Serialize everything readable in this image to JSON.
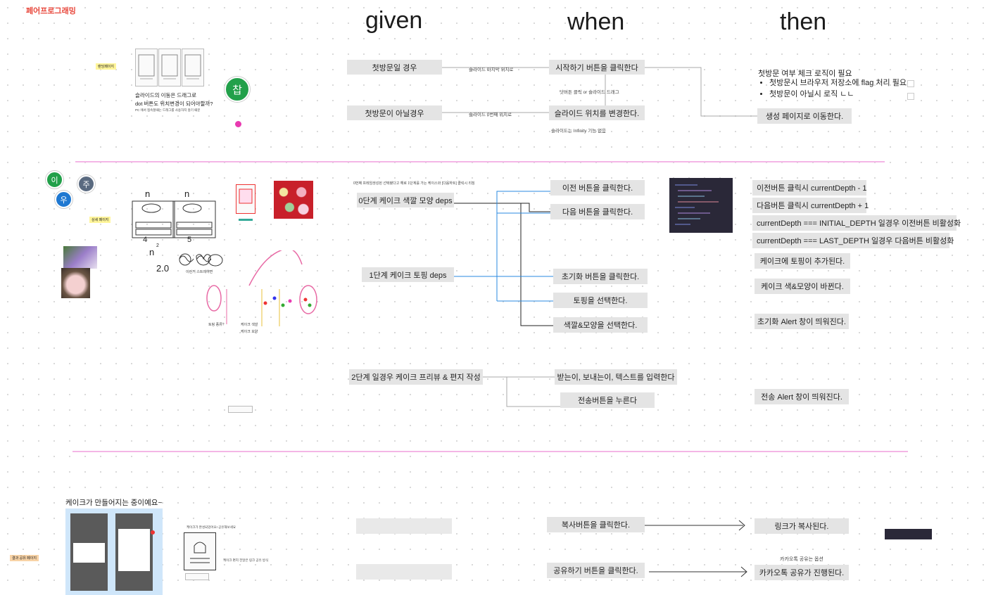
{
  "board_title": "페어프로그래밍",
  "headers": {
    "given": "given",
    "when": "when",
    "then": "then"
  },
  "colors": {
    "divider": "#f4b6e6",
    "title_red": "#e8473b",
    "blue_line": "#2a8ae0"
  },
  "avatars": [
    {
      "label": "찹",
      "color": "#22a04a"
    },
    {
      "label": "이",
      "color": "#22a04a"
    },
    {
      "label": "우",
      "color": "#1f78d1"
    },
    {
      "label": "주",
      "color": "#5a6a80"
    }
  ],
  "sticky_labels": {
    "main_page": "랜딩페이지",
    "detail_page": "상세 페이지",
    "share_page": "결과 공유 페이지"
  },
  "section1": {
    "sketch_note_line1": "슬라이드의 이동은 드래그로",
    "sketch_note_line2": "dot 버튼도 위치변경이 되어야할까?",
    "sketch_note_line3": "PC 에서 접속할때는 드래그를 사용하지 않기 때문",
    "given_1": "첫방문일 경우",
    "given_2": "첫방문이 아닐경우",
    "mid_1": "슬라이드 마지막 위치로",
    "mid_2": "슬라이드 0번째 위치로",
    "when_1": "시작하기 버튼을 클릭한다",
    "when_note": "닷버튼 클릭 or 슬라이드 드래그",
    "when_2": "슬라이드 위치를 변경한다.",
    "when_2_note": "슬라이드는 Infinity 기능 없음",
    "then_title": "첫방문 여부 체크 로직이 필요",
    "then_bullets": [
      "첫방문시 브라우저 저장소에 flag 처리 필요",
      "첫방문이 아닐시 로직 ㄴㄴ"
    ],
    "then_1": "생성 페이지로 이동한다."
  },
  "section2": {
    "top_note": "0번째 프레임생성된 선택됐다고 해로 1단계를 가는 케이스와 [다음하트] 클릭시 리징",
    "given_0": "0단계 케이크 색깔 모양 deps",
    "given_1": "1단계 케이크 토핑 deps",
    "given_2": "2단계 일경우 케이크 프리뷰 & 편지 작성",
    "when_items": [
      "이전 버튼을 클릭한다.",
      "다음 버튼을 클릭한다.",
      "초기화 버튼을 클릭한다.",
      "토핑을 선택한다.",
      "색깔&모양을 선택한다."
    ],
    "when_stage2": [
      "받는이, 보내는이, 텍스트를 입력한다",
      "전송버튼을 누른다"
    ],
    "then_items": [
      "이전버튼 클릭시 currentDepth - 1",
      "다음버튼 클릭시 currentDepth + 1",
      "currentDepth === INITIAL_DEPTH 일경우 이전버튼 비활성화",
      "currentDepth === LAST_DEPTH 일경우 다음버튼 비활성화",
      "케이크에 토핑이 추가된다.",
      "케이크 색&모양이 바뀐다.",
      "초기화 Alert 창이 띄워진다."
    ],
    "then_stage2": "전송 Alert 창이 띄워진다.",
    "sketch_n": "n",
    "sketch_2": "2",
    "sketch_4": "4",
    "sketch_5": "5",
    "sketch_20": "2.0",
    "sketch_n2": "n",
    "shape_caption": "이런거 스트레하면",
    "bowl_label_1": "토핑 종류?",
    "bowl_label_2": "케이크 색깔",
    "bowl_label_3": "케이크 모양"
  },
  "section3": {
    "caption": "케이크가 만들어지는 중이예요~",
    "small_note_1": "케이크가 완성되었어요! 공유해보세요",
    "small_note_2": "케이크 편지 전달은 링크 공유 방식",
    "when_1": "복사버튼을 클릭한다.",
    "when_2": "공유하기 버튼을 클릭한다.",
    "then_1": "링크가 복사된다.",
    "then_2_note": "카카오톡 공유는 옵션",
    "then_2": "카카오톡 공유가 진행된다."
  }
}
